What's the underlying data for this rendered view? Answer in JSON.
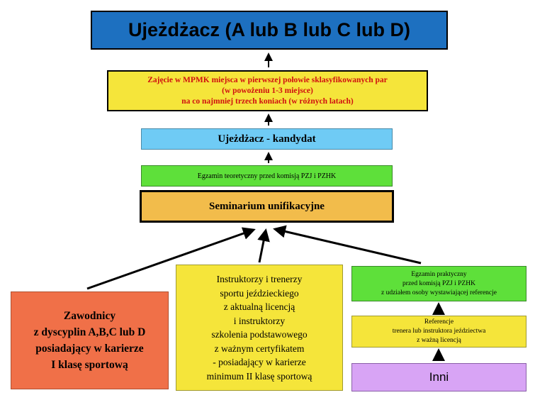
{
  "colors": {
    "title_fill": "#1D70C0",
    "yellow": "#F5E53A",
    "light_blue": "#6FCBF5",
    "green": "#5EE03A",
    "orange_seminar": "#F2BC4B",
    "orange_red": "#F07048",
    "violet": "#D8A4F5",
    "arrow": "#000000",
    "highlight_text": "#D01010"
  },
  "boxes": {
    "title": "Ujeżdżacz  (A lub B lub C lub D)",
    "requirement": "Zajęcie w MPMK miejsca w pierwszej połowie sklasyfikowanych par\n(w powożeniu 1-3 miejsce)\nna co najmniej trzech koniach  (w różnych latach)",
    "candidate": "Ujeżdżacz - kandydat",
    "theory_exam": "Egzamin teoretyczny przed komisją PZJ  i PZHK",
    "seminar": "Seminarium unifikacyjne",
    "competitors": "Zawodnicy\nz dyscyplin A,B,C lub D\nposiadający w karierze\nI klasę sportową",
    "instructors": "Instruktorzy i trenerzy\nsportu jeździeckiego\nz aktualną licencją\ni instruktorzy\nszkolenia podstawowego\nz ważnym certyfikatem\n-  posiadający w karierze\nminimum II klasę sportową",
    "practical_exam": "Egzamin praktyczny\nprzed komisją PZJ i PZHK\nz udziałem  osoby wystawiającej referencje",
    "reference": "Referencje\ntrenera  lub  instruktora jeździectwa\nz ważną licencją",
    "others": "Inni"
  }
}
